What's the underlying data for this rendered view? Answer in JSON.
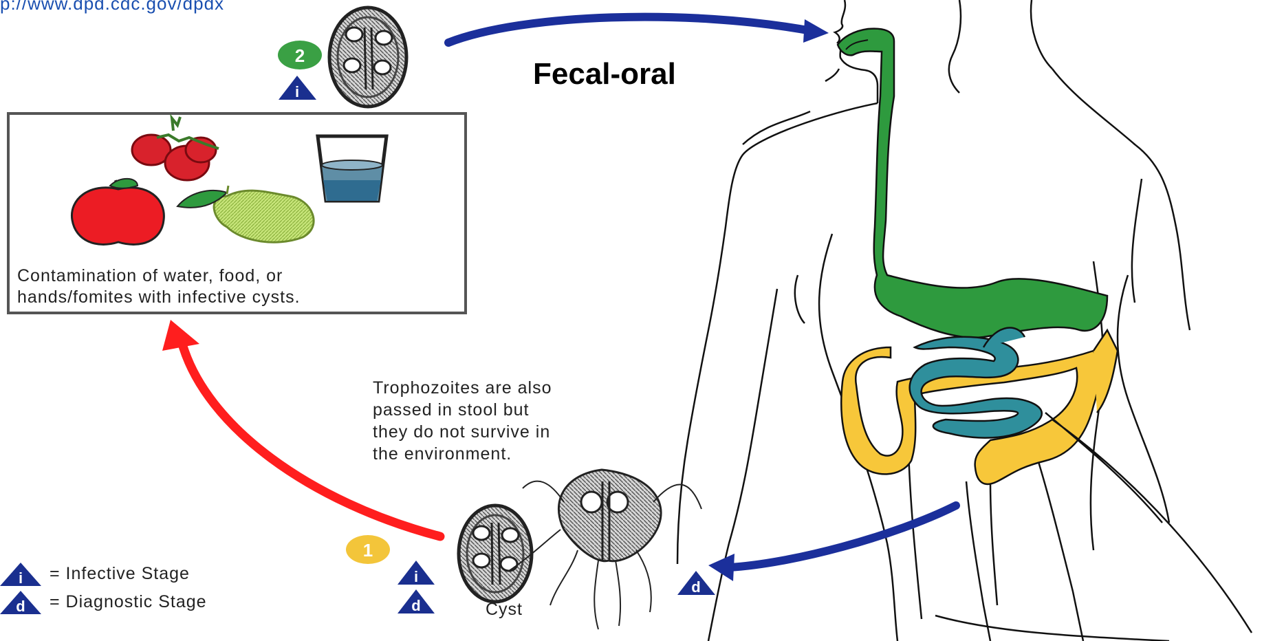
{
  "source_url": "p://www.dpd.cdc.gov/dpdx",
  "route_label": "Fecal-oral",
  "contamination_caption": [
    "Contamination of water, food, or",
    "hands/fomites with infective cysts."
  ],
  "trophozoite_note": [
    "Trophozoites are also",
    "passed in stool but",
    "they do not survive in",
    "the environment."
  ],
  "cyst_label": "Cyst",
  "stage_numbers": {
    "one": "1",
    "two": "2"
  },
  "stage_markers": {
    "infective": "i",
    "diagnostic": "d"
  },
  "legend": {
    "infective": "= Infective Stage",
    "diagnostic": "= Diagnostic Stage"
  },
  "colors": {
    "arrow_blue": "#1b2f9b",
    "arrow_red": "#ff1e1e",
    "esophagus_green": "#2e9a3e",
    "colon_yellow": "#f7c73a",
    "small_intestine_teal": "#2f8f9c",
    "stage1_badge": "#f3c53a",
    "stage2_badge": "#3aa044",
    "marker_navy": "#1a2f8f"
  }
}
